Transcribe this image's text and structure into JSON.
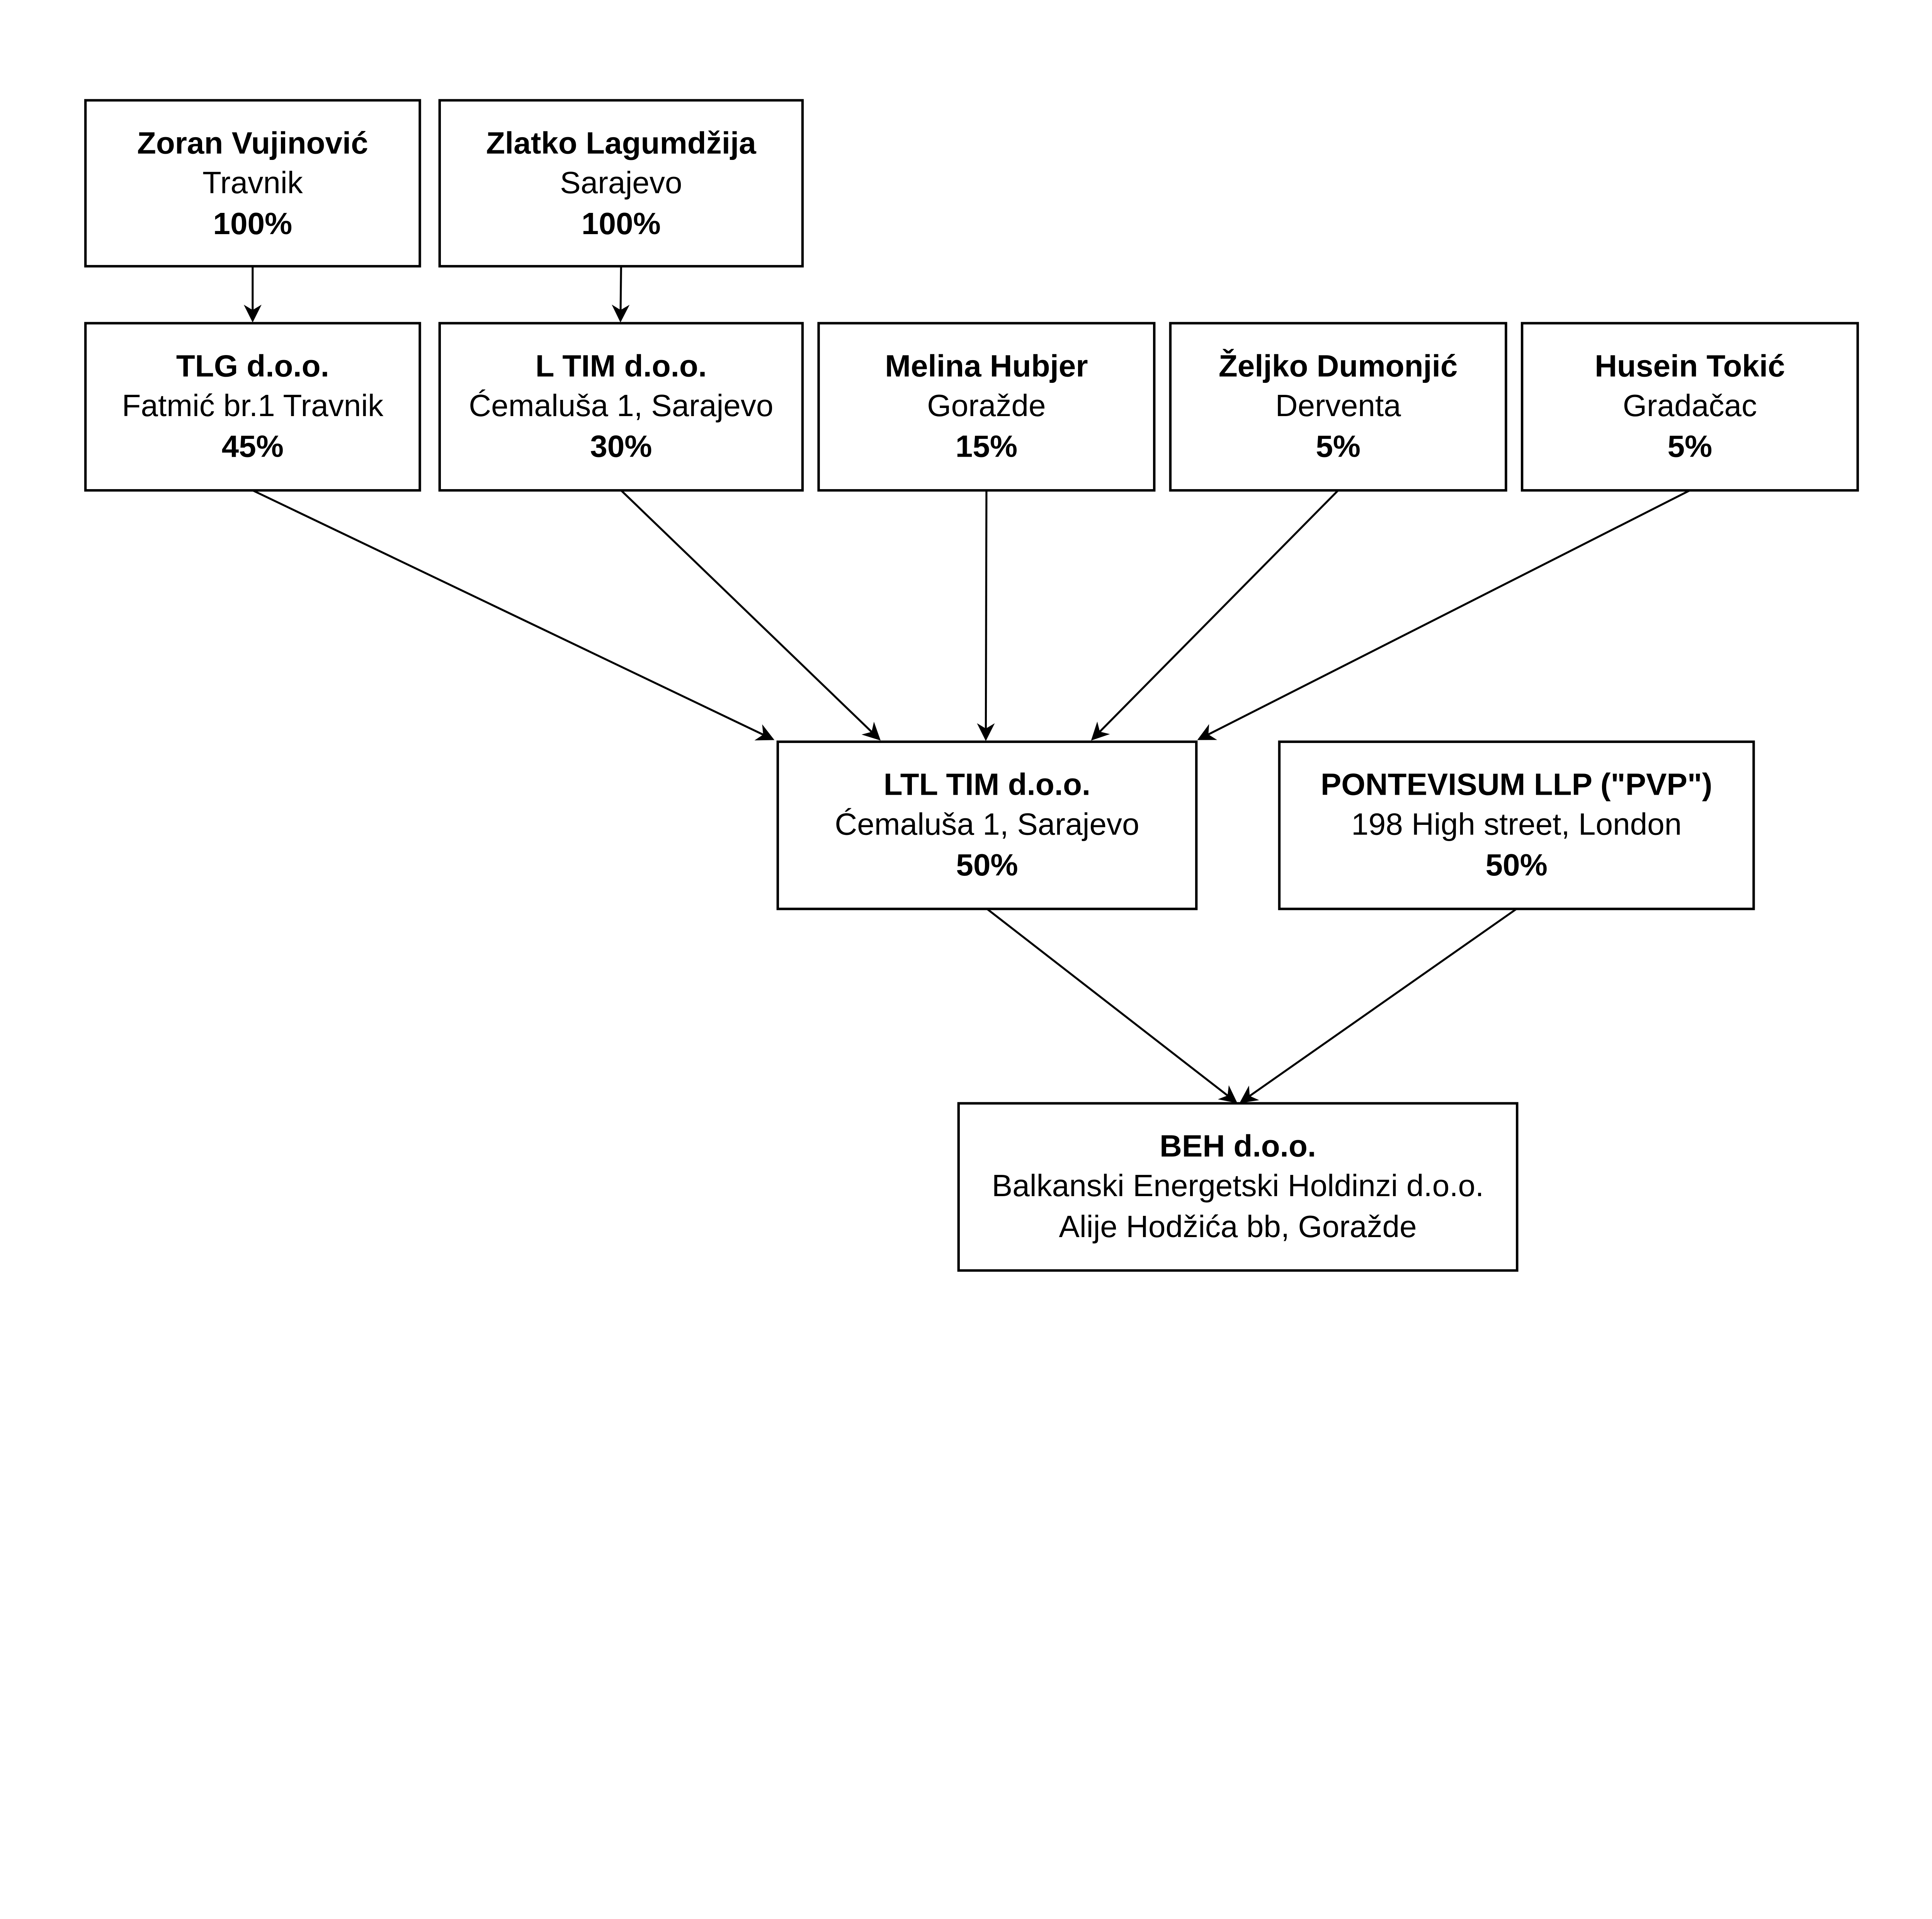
{
  "colors": {
    "background": "#ffffff",
    "stroke": "#000000",
    "text": "#000000"
  },
  "nodes": [
    {
      "id": "zoran",
      "lines": [
        "Zoran Vujinović",
        "Travnik",
        "100%"
      ],
      "bold": [
        true,
        false,
        true
      ]
    },
    {
      "id": "zlatko",
      "lines": [
        "Zlatko Lagumdžija",
        "Sarajevo",
        "100%"
      ],
      "bold": [
        true,
        false,
        true
      ]
    },
    {
      "id": "tlg",
      "lines": [
        "TLG d.o.o.",
        "Fatmić br.1 Travnik",
        "45%"
      ],
      "bold": [
        true,
        false,
        true
      ]
    },
    {
      "id": "ltim",
      "lines": [
        "L TIM d.o.o.",
        "Ćemaluša 1, Sarajevo",
        "30%"
      ],
      "bold": [
        true,
        false,
        true
      ]
    },
    {
      "id": "melina",
      "lines": [
        "Melina Hubjer",
        "Goražde",
        "15%"
      ],
      "bold": [
        true,
        false,
        true
      ]
    },
    {
      "id": "zeljko",
      "lines": [
        "Željko Dumonjić",
        "Derventa",
        "5%"
      ],
      "bold": [
        true,
        false,
        true
      ]
    },
    {
      "id": "husein",
      "lines": [
        "Husein Tokić",
        "Gradačac",
        "5%"
      ],
      "bold": [
        true,
        false,
        true
      ]
    },
    {
      "id": "ltl",
      "lines": [
        "LTL TIM d.o.o.",
        "Ćemaluša 1, Sarajevo",
        "50%"
      ],
      "bold": [
        true,
        false,
        true
      ]
    },
    {
      "id": "pvp",
      "lines": [
        "PONTEVISUM LLP (\"PVP\")",
        "198 High street, London",
        "50%"
      ],
      "bold": [
        true,
        false,
        true
      ]
    },
    {
      "id": "beh",
      "lines": [
        "BEH d.o.o.",
        "Balkanski Energetski Holdinzi d.o.o.",
        "Alije Hodžića bb, Goražde"
      ],
      "bold": [
        true,
        false,
        false
      ]
    }
  ],
  "edges": [
    {
      "from": "zoran",
      "to": "tlg"
    },
    {
      "from": "zlatko",
      "to": "ltim"
    },
    {
      "from": "tlg",
      "to": "ltl"
    },
    {
      "from": "ltim",
      "to": "ltl"
    },
    {
      "from": "melina",
      "to": "ltl"
    },
    {
      "from": "zeljko",
      "to": "ltl"
    },
    {
      "from": "husein",
      "to": "ltl"
    },
    {
      "from": "ltl",
      "to": "beh"
    },
    {
      "from": "pvp",
      "to": "beh"
    }
  ]
}
